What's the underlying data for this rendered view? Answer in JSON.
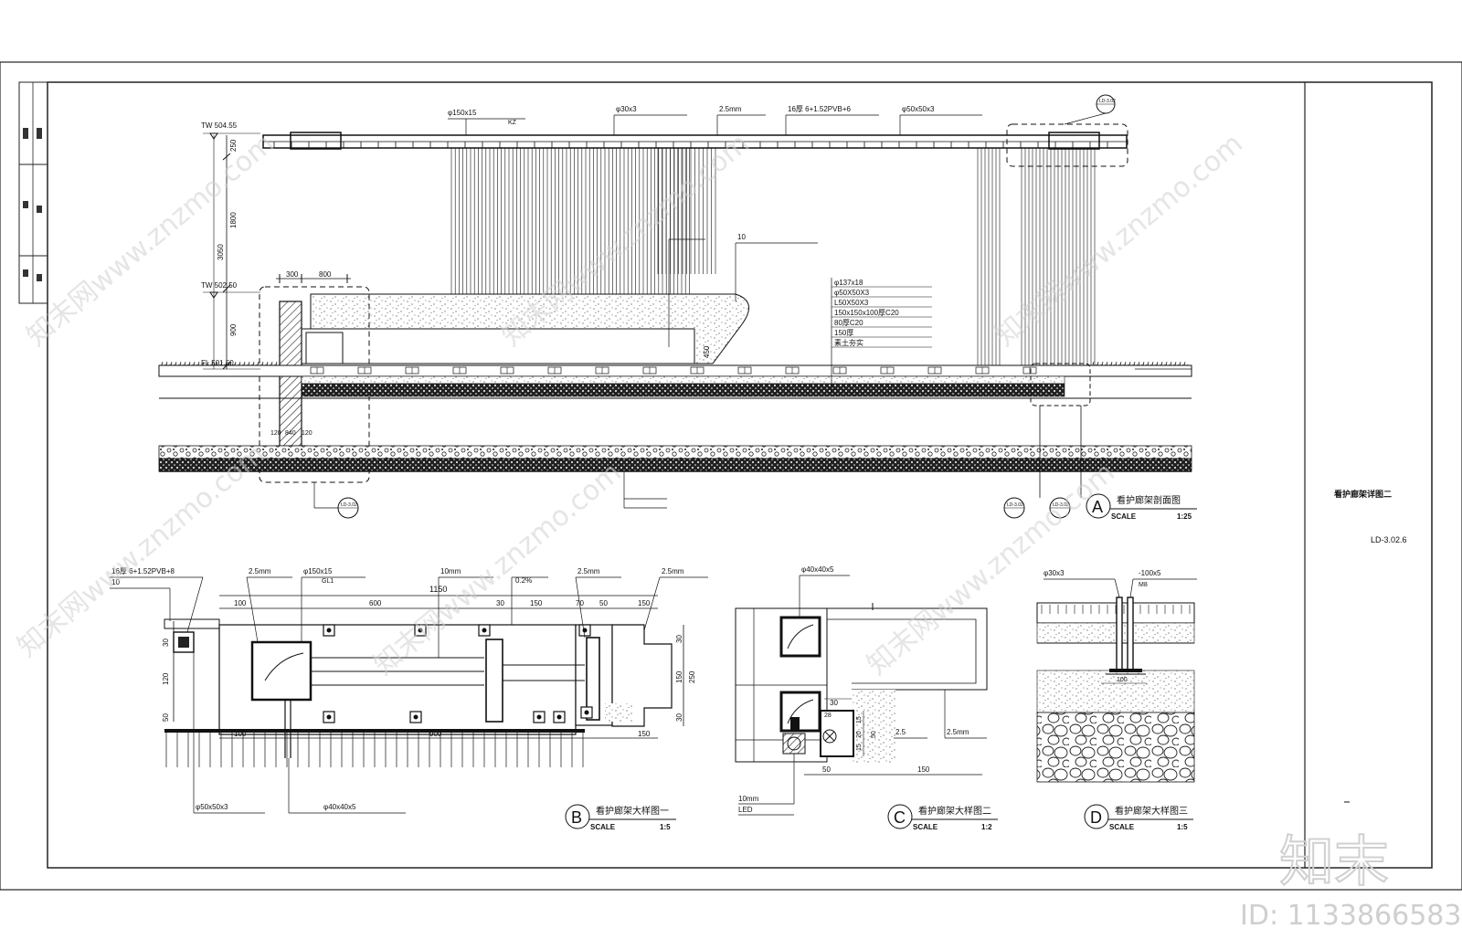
{
  "sheet": {
    "title": "看护廊架详图二",
    "number": "LD-3.02.6"
  },
  "elevations": {
    "top": "TW 504.55",
    "mid": "TW 502.50",
    "ground": "FL 501.50"
  },
  "dims_section": {
    "d250": "250",
    "d1800": "1800",
    "d3050": "3050",
    "d900": "900",
    "d300": "300",
    "d800": "800",
    "d450": "450",
    "d120a": "120",
    "d840": "840",
    "d120b": "120"
  },
  "callouts_section": {
    "steel_top_left": "φ150x15",
    "steel_kz": "KZ",
    "tube_30": "φ30x3",
    "plate_25": "2.5mm",
    "glass": "16厚 6+1.52PVB+6",
    "steel_50": "φ50x50x3",
    "water": "10",
    "layers": [
      "φ137x18",
      "φ50X50X3",
      "L50X50X3",
      "150x150x100厚C20",
      "80厚C20",
      "150厚",
      "素土夯实"
    ]
  },
  "details": {
    "A": {
      "letter": "A",
      "title": "看护廊架剖面图",
      "scale_label": "SCALE",
      "scale": "1:25"
    },
    "B": {
      "letter": "B",
      "title": "看护廊架大样图一",
      "scale_label": "SCALE",
      "scale": "1:5"
    },
    "C": {
      "letter": "C",
      "title": "看护廊架大样图二",
      "scale_label": "SCALE",
      "scale": "1:2"
    },
    "D": {
      "letter": "D",
      "title": "看护廊架大样图三",
      "scale_label": "SCALE",
      "scale": "1:5"
    }
  },
  "callouts_B": {
    "glass": "16厚 6+1.52PVB+8",
    "water": "10",
    "plate1": "2.5mm",
    "steel": "φ150x15",
    "gl1": "GL1",
    "plate10": "10mm",
    "slope": "0.2%",
    "plate2": "2.5mm",
    "plate3": "2.5mm",
    "steel50": "φ50x50x3",
    "steel40": "φ40x40x5"
  },
  "dims_B": {
    "d1150": "1150",
    "d100a": "100",
    "d600": "600",
    "d30": "30",
    "d150a": "150",
    "d70": "70",
    "d50": "50",
    "d150b": "150",
    "d30v": "30",
    "d120v": "120",
    "d50v": "50",
    "d100b": "100",
    "d900": "900",
    "d150c": "150",
    "d30r": "30",
    "d150r": "150",
    "d250r": "250",
    "d30r2": "30"
  },
  "callouts_C": {
    "steel40": "φ40x40x5",
    "plate10": "10mm",
    "led": "LED",
    "plate25": "2.5mm",
    "d25": "2.5"
  },
  "dims_C": {
    "d30": "30",
    "d28": "28",
    "d15": "15",
    "d20": "20",
    "d15b": "15",
    "d50": "50",
    "d50h": "50",
    "d150": "150"
  },
  "callouts_D": {
    "tube": "φ30x3",
    "flat": "-100x5",
    "bolt": "M8",
    "d100": "100"
  },
  "ref_tags": {
    "r1": "LD-3.02",
    "r2": "LD-3.02",
    "r3": "LD-3.02",
    "r4": "LD-3.02"
  },
  "brand": {
    "logo": "知末",
    "id": "ID: 1133866583",
    "watermark": "知末网www.znzmo.com"
  }
}
